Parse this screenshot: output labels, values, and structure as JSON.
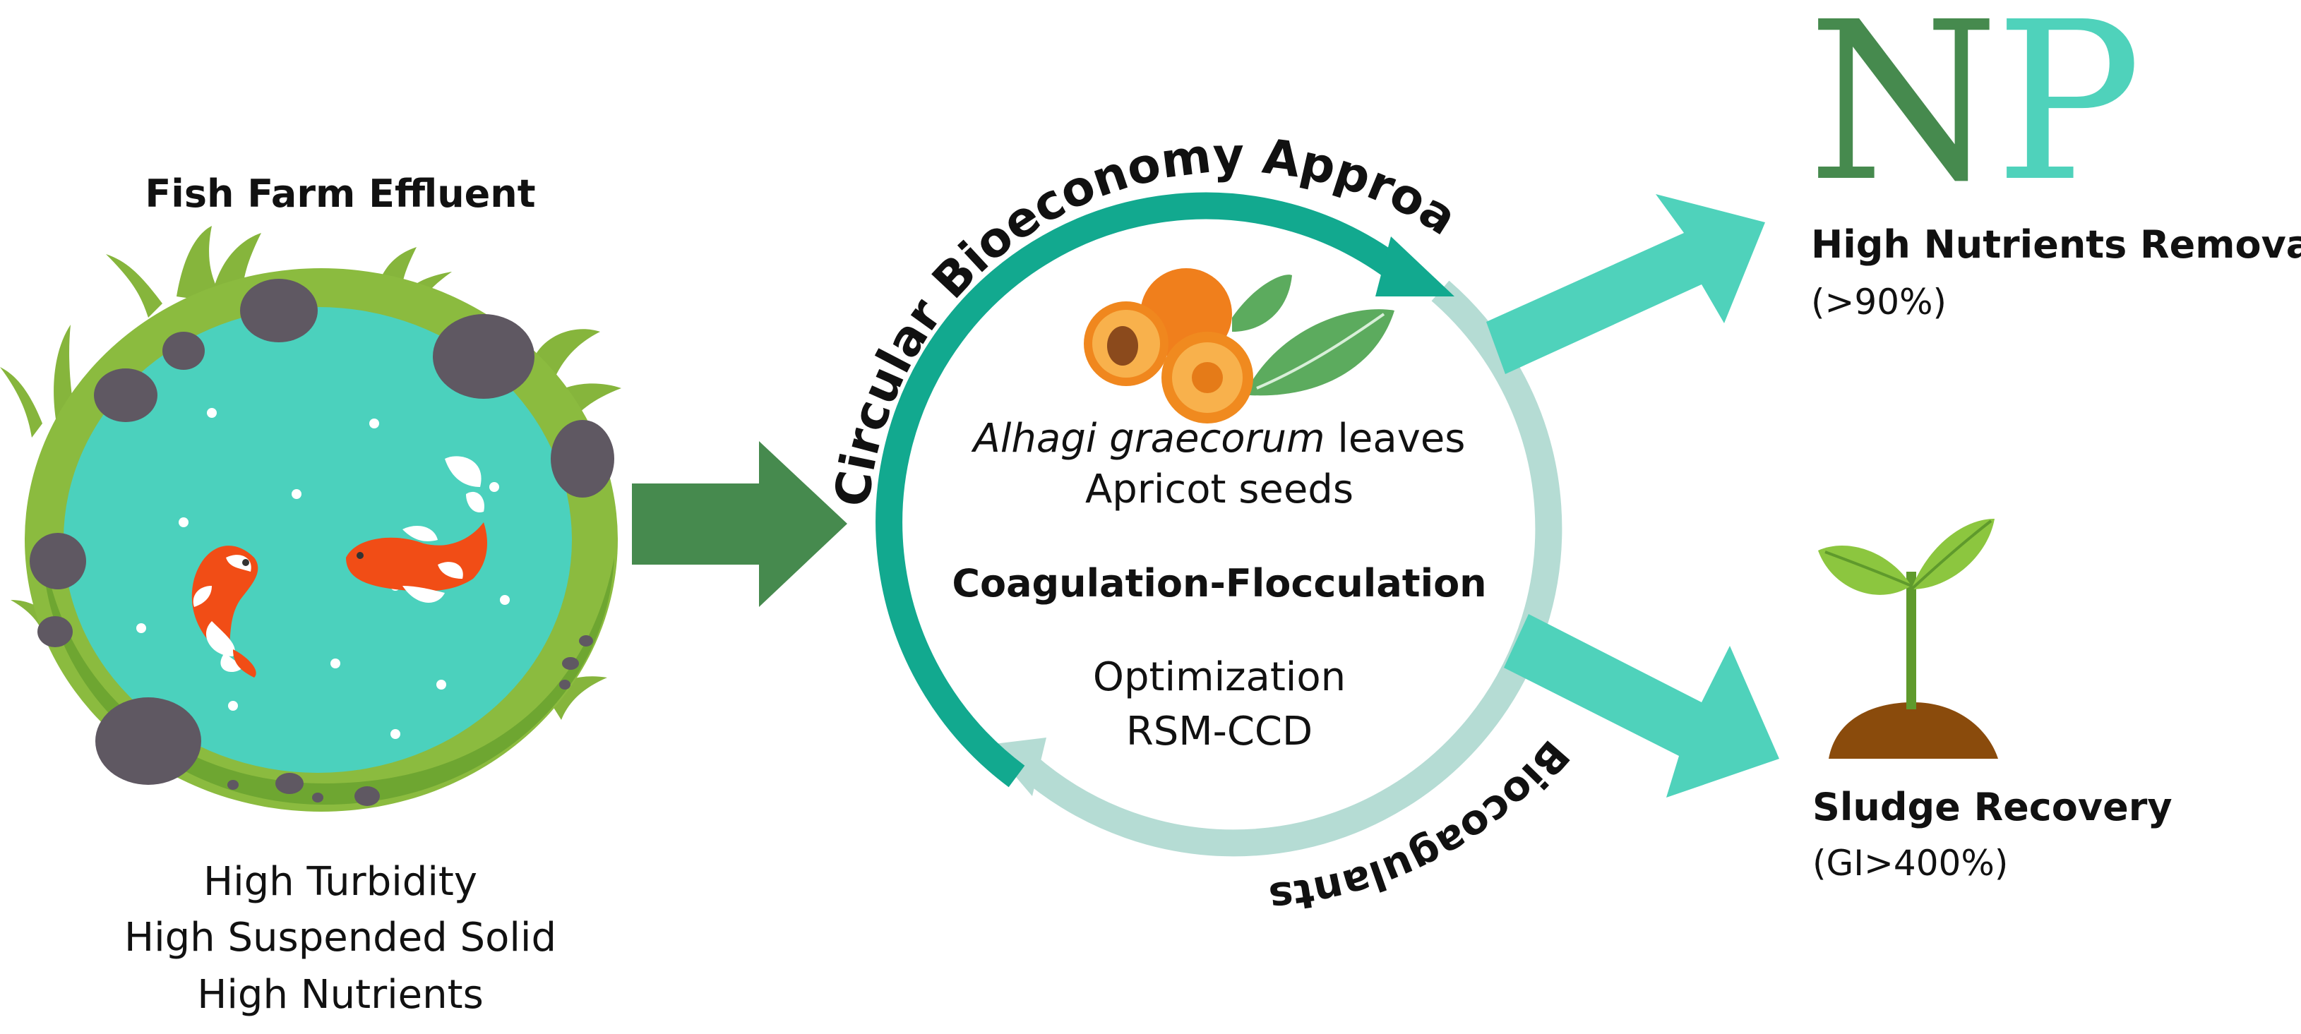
{
  "left": {
    "title": "Fish Farm Effluent",
    "lines": [
      "High Turbidity",
      "High Suspended Solid",
      "High Nutrients"
    ]
  },
  "cycle": {
    "outer_label": "Circular Bioeconomy Approach",
    "bottom_label": "Biocoagulants",
    "species_italic": "Alhagi graecorum",
    "species_rest": " leaves",
    "seeds": "Apricot seeds",
    "process": "Coagulation-Flocculation",
    "opt1": "Optimization",
    "opt2": "RSM-CCD"
  },
  "right": {
    "logo_n": "N",
    "logo_p": "P",
    "removal_title": "High Nutrients Removal",
    "removal_value": "(>90%)",
    "sludge_title": "Sludge Recovery",
    "sludge_value": "(GI>400%)"
  },
  "colors": {
    "dark_green": "#468a4e",
    "teal": "#4fd2bb",
    "deep_teal": "#12a98f",
    "light_teal": "#b5dcd4",
    "pond": "#4bd1bd",
    "grass": "#88b73f",
    "rock": "#5f5862",
    "koi": "#f14d16",
    "soil": "#8a4b0c"
  }
}
